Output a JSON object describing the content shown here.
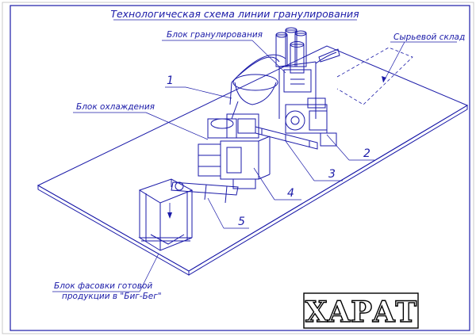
{
  "title": "Технологическая схема линии гранулирования",
  "labels": {
    "granulation_block": "Блок гранулирования",
    "raw_storage": "Сырьевой склад",
    "cooling_block": "Блок охлаждения",
    "packing_line1": "Блок фасовки готовой",
    "packing_line2": "продукции в \"Биг-Бег\""
  },
  "callouts": [
    "1",
    "2",
    "3",
    "4",
    "5"
  ],
  "watermark": "ХАРАТ",
  "colors": {
    "line": "#1a1aa8",
    "text": "#1a1aa8",
    "watermark": "#000000"
  }
}
